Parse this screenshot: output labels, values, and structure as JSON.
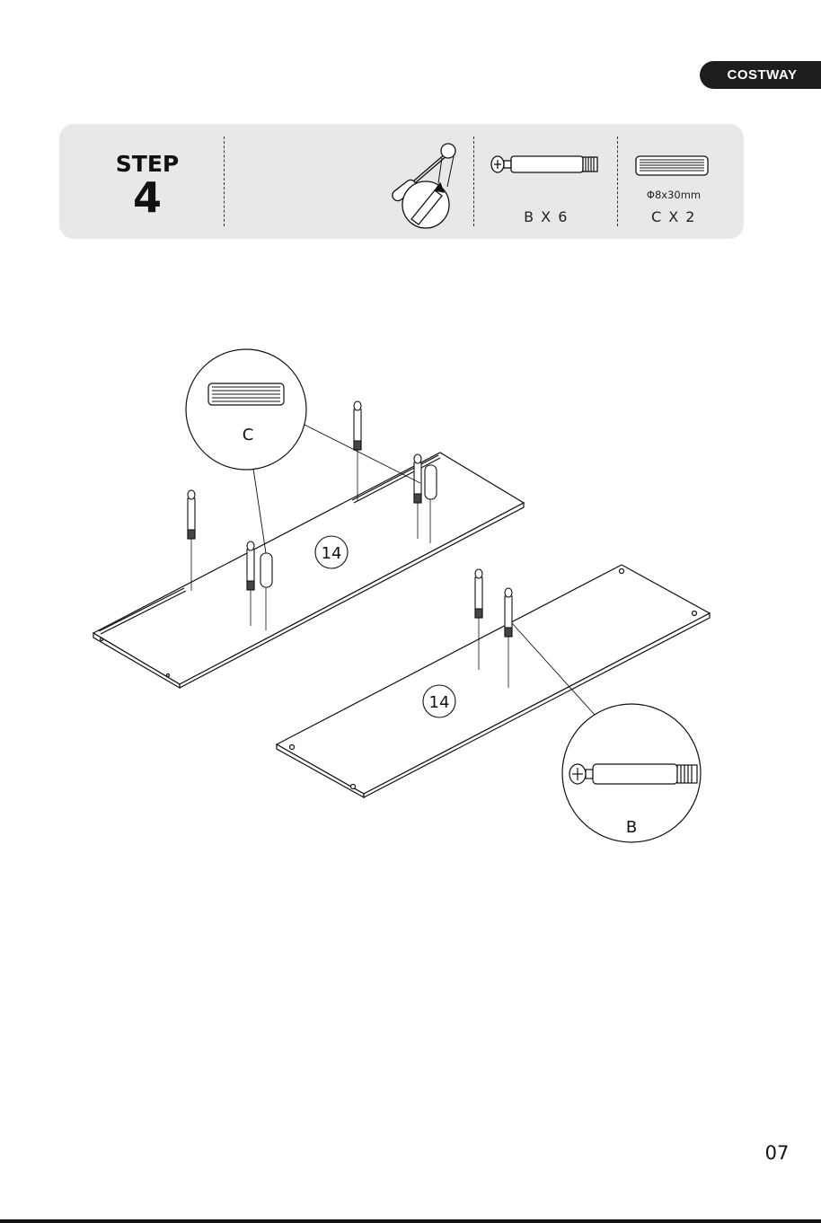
{
  "brand": {
    "name": "COSTWAY"
  },
  "step": {
    "word": "STEP",
    "number": "4"
  },
  "hardware": {
    "b": {
      "qty_label": "B X 6"
    },
    "c": {
      "dimension": "Φ8x30mm",
      "qty_label": "C X 2"
    }
  },
  "illustration": {
    "callout_c": "C",
    "callout_b": "B",
    "panel_upper": "14",
    "panel_lower": "14"
  },
  "page": {
    "number": "07"
  }
}
